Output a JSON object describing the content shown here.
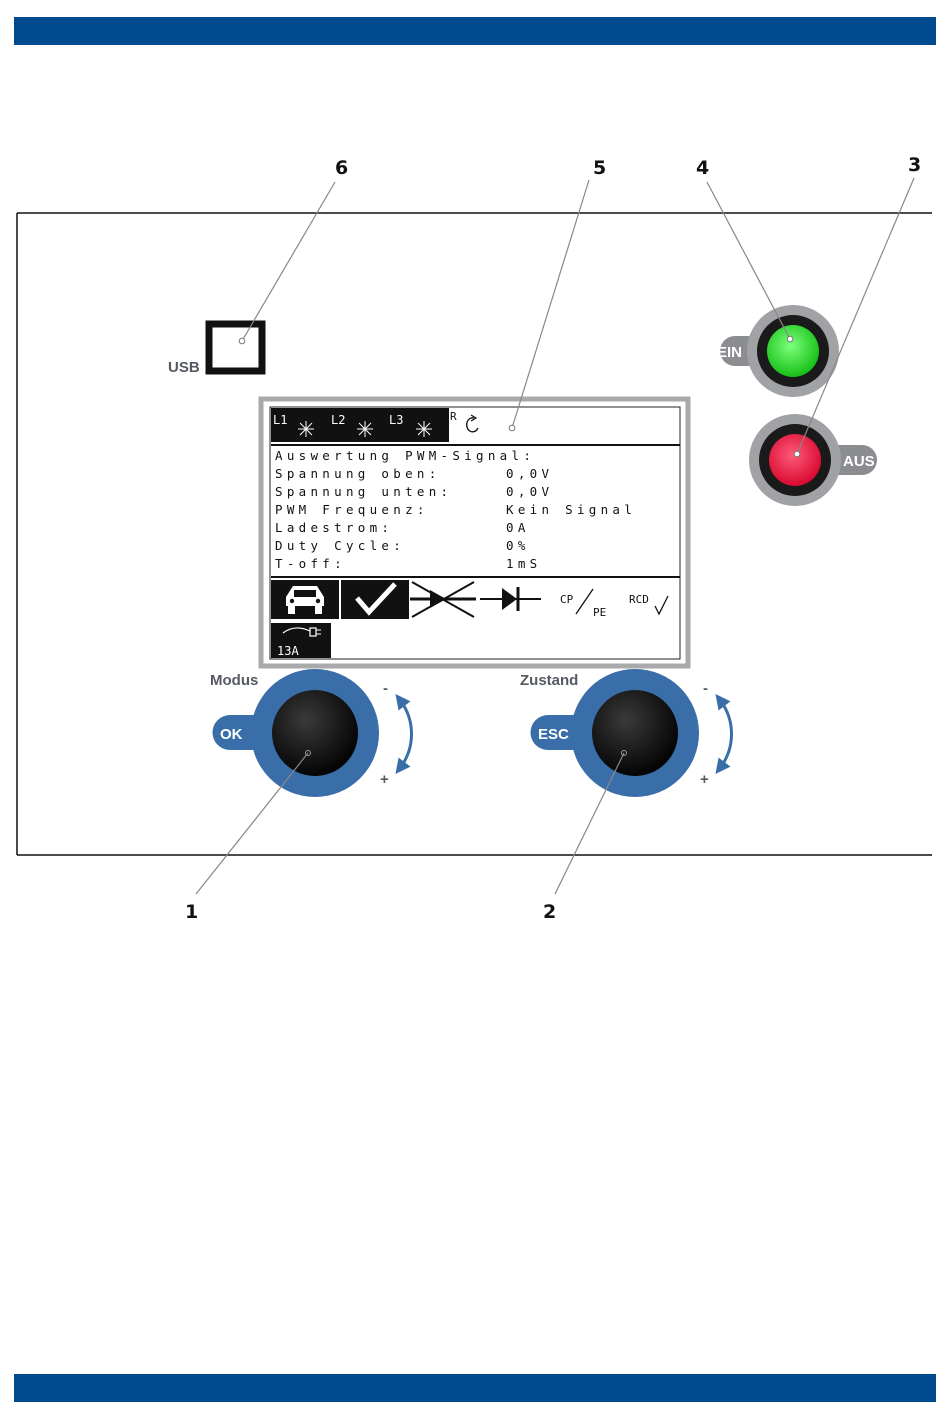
{
  "callouts": {
    "c1": "1",
    "c2": "2",
    "c3": "3",
    "c4": "4",
    "c5": "5",
    "c6": "6"
  },
  "labels": {
    "usb": "USB",
    "ein": "EIN",
    "aus": "AUS",
    "modus": "Modus",
    "ok": "OK",
    "zustand": "Zustand",
    "esc": "ESC",
    "minus": "-",
    "plus": "+"
  },
  "colors": {
    "header_bar": "#004a8f",
    "knob_ring": "#3a6ea8",
    "ein_light": "#22dd22",
    "aus_light": "#e8113a"
  },
  "display": {
    "phases": [
      "L1",
      "L2",
      "L3"
    ],
    "rotation_marker": "R",
    "lines": [
      {
        "label": "Auswertung PWM-Signal:",
        "value": ""
      },
      {
        "label": "Spannung oben:",
        "value": "0,0V"
      },
      {
        "label": "Spannung unten:",
        "value": "0,0V"
      },
      {
        "label": "PWM Frequenz:",
        "value": "Kein Signal"
      },
      {
        "label": "Ladestrom:",
        "value": "0A"
      },
      {
        "label": "Duty Cycle:",
        "value": "0%"
      },
      {
        "label": "T-off:",
        "value": "1mS"
      }
    ],
    "status_cp": "CP",
    "status_pe": "PE",
    "status_rcd": "RCD",
    "cable_rating": "13A"
  }
}
